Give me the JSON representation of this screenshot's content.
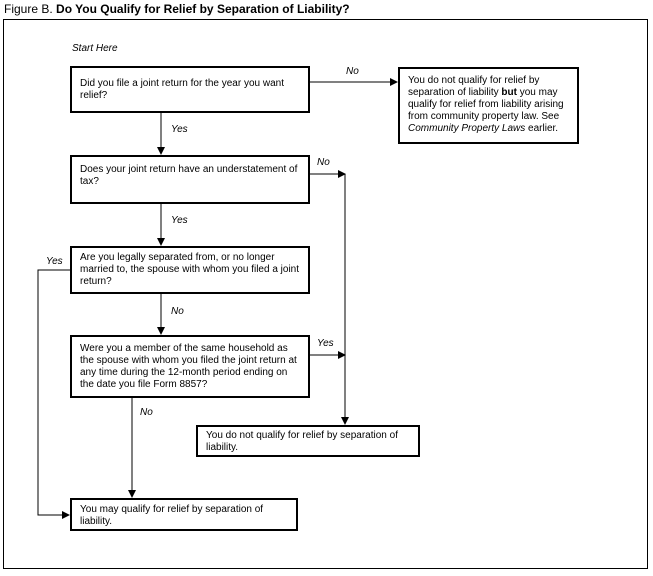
{
  "figure": {
    "label": "Figure B.",
    "title": "Do You Qualify for Relief by Separation of Liability?"
  },
  "start_label": "Start Here",
  "boxes": {
    "q1": "Did you file a joint return for the year you want relief?",
    "q2": "Does your joint return have an understatement of tax?",
    "q3": "Are you legally separated from, or no longer married to, the spouse with whom you filed a joint return?",
    "q4": "Were you a member of the same household as the spouse with whom you filed the joint return at any time during the 12-month period ending on the date you file Form 8857?",
    "no_qualify_community": {
      "part1": "You do not qualify for relief by separation of liability ",
      "part2": "but",
      "part3": " you may qualify for relief from liability arising from community property law. See ",
      "part4": "Community Property Laws",
      "part5": " earlier."
    },
    "no_qualify": "You do not qualify for relief by separation of liability.",
    "may_qualify": "You may qualify for relief by separation of liability."
  },
  "edges": {
    "q1_no": "No",
    "q1_yes": "Yes",
    "q2_no": "No",
    "q2_yes": "Yes",
    "q3_yes": "Yes",
    "q3_no": "No",
    "q4_yes": "Yes",
    "q4_no": "No"
  }
}
